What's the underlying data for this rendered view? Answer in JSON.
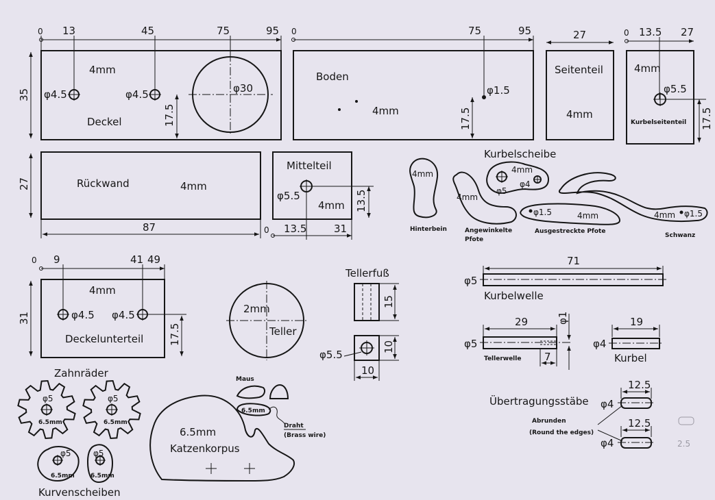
{
  "deckel": {
    "name": "Deckel",
    "thickness": "4mm",
    "dims": [
      "0",
      "13",
      "45",
      "75",
      "95",
      "35",
      "17.5"
    ],
    "holes": [
      "φ4.5",
      "φ4.5",
      "φ30"
    ]
  },
  "boden": {
    "name": "Boden",
    "thickness": "4mm",
    "dims": [
      "0",
      "75",
      "95",
      "17.5"
    ],
    "hole": "φ1.5"
  },
  "seitenteil": {
    "name": "Seitenteil",
    "thickness": "4mm",
    "width": "27"
  },
  "kurbelseitenteil": {
    "name": "Kurbelseitenteil",
    "thickness": "4mm",
    "dims": [
      "0",
      "13.5",
      "27",
      "17.5"
    ],
    "hole": "φ5.5"
  },
  "rueckwand": {
    "name": "Rückwand",
    "thickness": "4mm",
    "dims": [
      "27",
      "87"
    ]
  },
  "mittelteil": {
    "name": "Mittelteil",
    "thickness": "4mm",
    "dims": [
      "0",
      "13.5",
      "31",
      "13.5"
    ],
    "hole": "φ5.5"
  },
  "kurbelscheibe": {
    "name": "Kurbelscheibe",
    "thickness": "4mm",
    "holes": [
      "φ5",
      "φ4"
    ]
  },
  "hinterbein": {
    "name": "Hinterbein",
    "thickness": "4mm"
  },
  "angewinkelte": {
    "name1": "Angewinkelte",
    "name2": "Pfote",
    "thickness": "4mm"
  },
  "ausgestreckte": {
    "name": "Ausgestreckte Pfote",
    "thickness": "4mm",
    "hole": "φ1.5"
  },
  "schwanz": {
    "name": "Schwanz",
    "thickness": "4mm",
    "hole": "φ1.5"
  },
  "deckelunterteil": {
    "name": "Deckelunterteil",
    "thickness": "4mm",
    "dims": [
      "0",
      "9",
      "41",
      "49",
      "31",
      "17.5"
    ],
    "holes": [
      "φ4.5",
      "φ4.5"
    ]
  },
  "teller": {
    "name": "Teller",
    "thickness": "2mm"
  },
  "tellerfuss": {
    "name": "Tellerfuß",
    "dims": [
      "15",
      "10",
      "10"
    ],
    "hole": "φ5.5"
  },
  "kurbelwelle": {
    "name": "Kurbelwelle",
    "length": "71",
    "dia": "φ5"
  },
  "tellerwelle": {
    "name": "Tellerwelle",
    "dims": [
      "29",
      "7",
      "φ1"
    ],
    "dia": "φ5"
  },
  "kurbel": {
    "name": "Kurbel",
    "length": "19",
    "dia": "φ4"
  },
  "uebertragung": {
    "name": "Übertragungsstäbe",
    "length": "12.5",
    "dia": "φ4",
    "note1": "Abrunden",
    "note2": "(Round the edges)",
    "faint": "2.5"
  },
  "zahnraeder": {
    "name": "Zahnräder",
    "hole": "φ5",
    "thickness": "6.5mm"
  },
  "kurvenscheiben": {
    "name": "Kurvenscheiben",
    "hole": "φ5",
    "thickness": "6.5mm"
  },
  "maus": {
    "name": "Maus",
    "thickness": "6.5mm",
    "draht1": "Draht",
    "draht2": "(Brass wire)"
  },
  "katzenkorpus": {
    "name": "Katzenkorpus",
    "thickness": "6.5mm"
  }
}
